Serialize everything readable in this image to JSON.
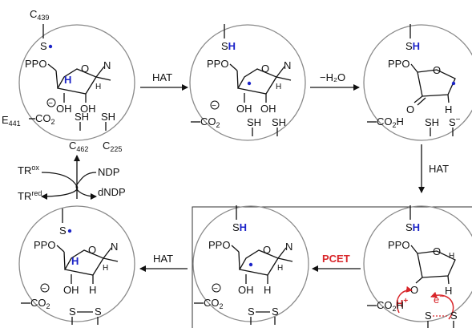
{
  "colors": {
    "radical_blue": "#1c24c8",
    "pcet_red": "#d8262a",
    "circle_stroke": "#8a8a8a",
    "ink": "#111111"
  },
  "arrows": {
    "hat_top": "HAT",
    "dehydration": "−H₂O",
    "hat_right": "HAT",
    "pcet": "PCET",
    "hat_bottom": "HAT"
  },
  "cycle": {
    "tr_ox": "TR",
    "tr_ox_sup": "ox",
    "tr_red": "TR",
    "tr_red_sup": "red",
    "ndp": "NDP",
    "dndp": "dNDP"
  },
  "residues": {
    "c439": "C",
    "c439_num": "439",
    "e441": "E",
    "e441_num": "441",
    "c462": "C",
    "c462_num": "462",
    "c225": "C",
    "c225_num": "225"
  },
  "labels": {
    "thiyl": "S",
    "thiol_s": "S",
    "thiol_h": "H",
    "sh": "SH",
    "ppo": "PPO",
    "n": "N",
    "h": "H",
    "o": "O",
    "oh": "OH",
    "co2": "CO",
    "co2_sub": "2",
    "co2h": "CO",
    "co2h_sub": "2",
    "co2h_h": "H",
    "minus": "−",
    "s_minus": "S",
    "h_plus": "H",
    "plus": "+",
    "e_minus": "e",
    "disulfide_s": "S"
  }
}
